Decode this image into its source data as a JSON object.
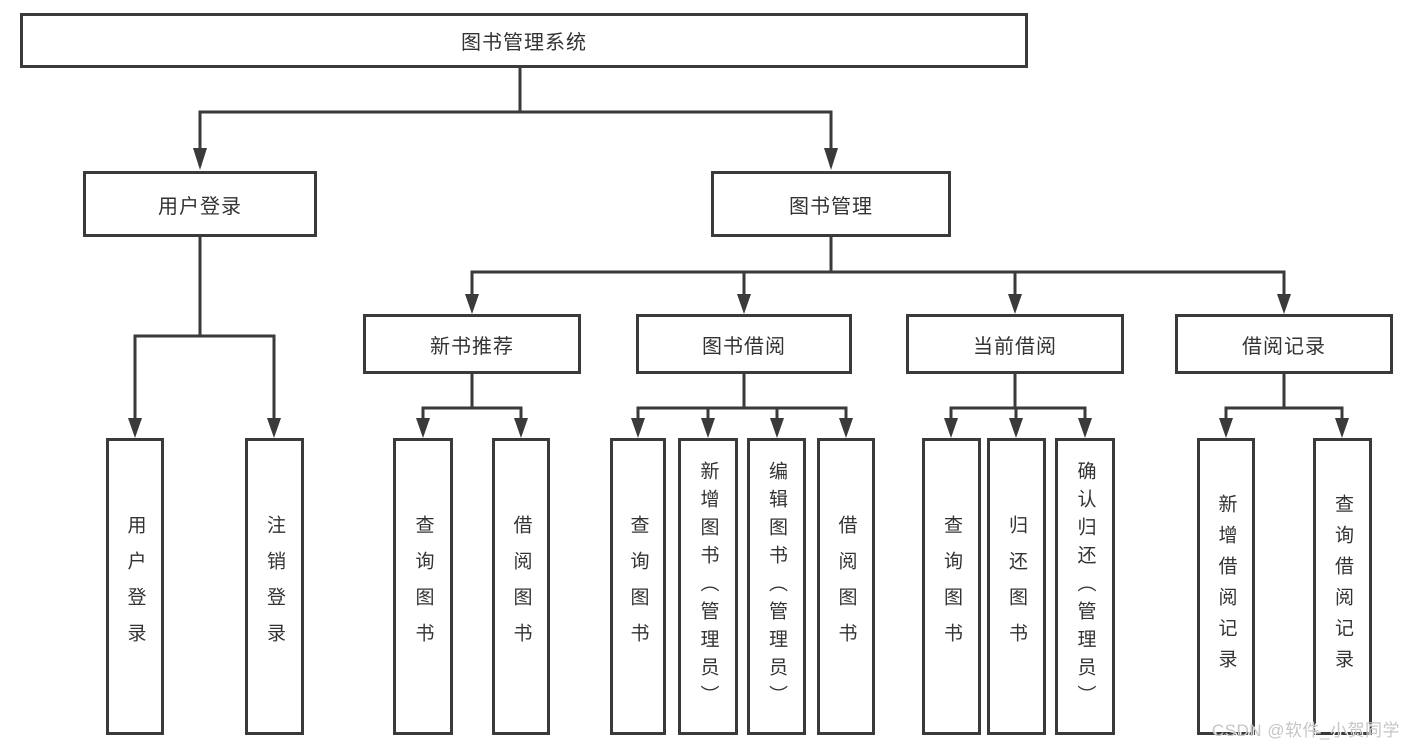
{
  "diagram": {
    "root": {
      "label": "图书管理系统"
    },
    "branches": [
      {
        "label": "用户登录",
        "children": [
          {
            "label": "用户登录"
          },
          {
            "label": "注销登录"
          }
        ]
      },
      {
        "label": "图书管理",
        "children": [
          {
            "label": "新书推荐",
            "children": [
              {
                "label": "查询图书"
              },
              {
                "label": "借阅图书"
              }
            ]
          },
          {
            "label": "图书借阅",
            "children": [
              {
                "label": "查询图书"
              },
              {
                "label": "新增图书（管理员）"
              },
              {
                "label": "编辑图书（管理员）"
              },
              {
                "label": "借阅图书"
              }
            ]
          },
          {
            "label": "当前借阅",
            "children": [
              {
                "label": "查询图书"
              },
              {
                "label": "归还图书"
              },
              {
                "label": "确认归还（管理员）"
              }
            ]
          },
          {
            "label": "借阅记录",
            "children": [
              {
                "label": "新增借阅记录"
              },
              {
                "label": "查询借阅记录"
              }
            ]
          }
        ]
      }
    ]
  },
  "watermark": {
    "text": "CSDN @软件_小贺同学"
  },
  "colors": {
    "line": "#3a3a3a",
    "text": "#333333",
    "watermark": "#c6c6c6",
    "background": "#ffffff"
  }
}
